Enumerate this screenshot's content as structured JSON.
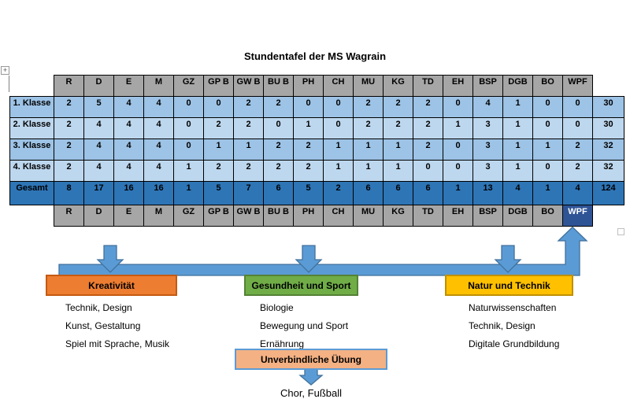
{
  "title": "Stundentafel der MS Wagrain",
  "table": {
    "col_headers": [
      "R",
      "D",
      "E",
      "M",
      "GZ",
      "GP B",
      "GW B",
      "BU B",
      "PH",
      "CH",
      "MU",
      "KG",
      "TD",
      "EH",
      "BSP",
      "DGB",
      "BO",
      "WPF"
    ],
    "rows": [
      {
        "label": "1. Klasse",
        "values": [
          2,
          5,
          4,
          4,
          0,
          0,
          2,
          2,
          0,
          0,
          2,
          2,
          2,
          0,
          4,
          1,
          0,
          0
        ],
        "total": 30
      },
      {
        "label": "2. Klasse",
        "values": [
          2,
          4,
          4,
          4,
          0,
          2,
          2,
          0,
          1,
          0,
          2,
          2,
          2,
          1,
          3,
          1,
          0,
          0
        ],
        "total": 30
      },
      {
        "label": "3. Klasse",
        "values": [
          2,
          4,
          4,
          4,
          0,
          1,
          1,
          2,
          2,
          1,
          1,
          1,
          2,
          0,
          3,
          1,
          1,
          2
        ],
        "total": 32
      },
      {
        "label": "4. Klasse",
        "values": [
          2,
          4,
          4,
          4,
          1,
          2,
          2,
          2,
          2,
          1,
          1,
          1,
          0,
          0,
          3,
          1,
          0,
          2
        ],
        "total": 32
      }
    ],
    "total_row": {
      "label": "Gesamt",
      "values": [
        8,
        17,
        16,
        16,
        1,
        5,
        7,
        6,
        5,
        2,
        6,
        6,
        6,
        1,
        13,
        4,
        1,
        4
      ],
      "total": 124
    },
    "footer_highlighted_header": "WPF"
  },
  "categories": [
    {
      "label": "Kreativität",
      "color": "#ED7D31",
      "border": "#C55A11",
      "items": [
        "Technik, Design",
        "Kunst, Gestaltung",
        "Spiel mit Sprache, Musik"
      ]
    },
    {
      "label": "Gesundheit und Sport",
      "color": "#70AD47",
      "border": "#548235",
      "items": [
        "Biologie",
        "Bewegung und Sport",
        "Ernährung"
      ]
    },
    {
      "label": "Natur und Technik",
      "color": "#FFC000",
      "border": "#BF9000",
      "items": [
        "Naturwissenschaften",
        "Technik, Design",
        "Digitale Grundbildung"
      ]
    }
  ],
  "optional_exercise": {
    "label": "Unverbindliche Übung",
    "color": "#F4B183",
    "border": "#5B9BD5",
    "items_text": "Chor, Fußball"
  },
  "colors": {
    "header_gray": "#A6A6A6",
    "row_medium": "#9DC3E6",
    "row_light": "#BDD7EE",
    "total_row_blue": "#2E75B6",
    "wpf_highlight_navy": "#2F5496",
    "wpf_highlight_text": "#FFFFFF",
    "table_border": "#000000",
    "arrow_fill": "#5B9BD5",
    "arrow_stroke": "#41719C",
    "page_bg": "#FFFFFF"
  }
}
